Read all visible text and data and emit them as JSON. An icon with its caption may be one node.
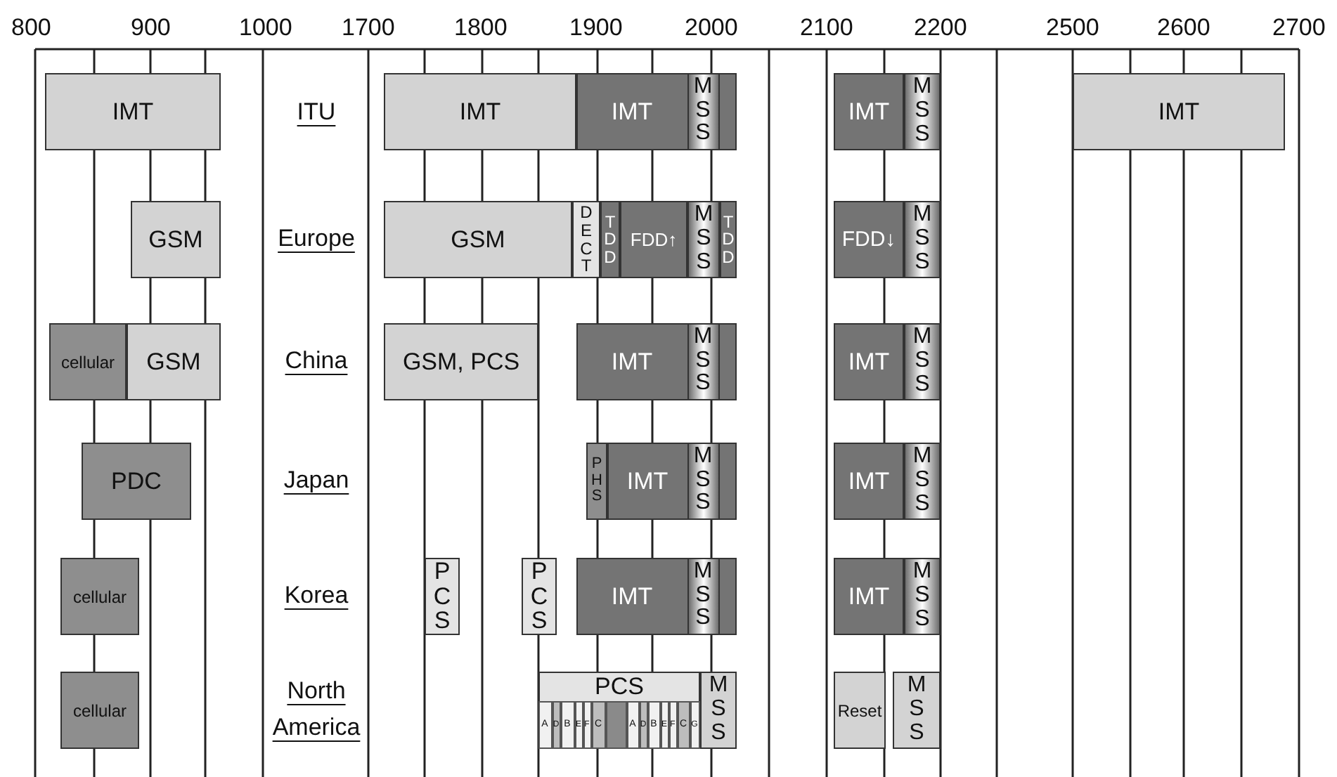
{
  "diagram": {
    "nodes": [
      {
        "text": [
          "IMT"
        ]
      },
      {
        "text": [
          "IMT"
        ]
      },
      {
        "text": [
          "IMT"
        ]
      },
      {
        "text": [
          "MSS"
        ],
        "in": 2
      },
      {
        "text": [
          "IMT"
        ]
      },
      {
        "text": [
          "MSS"
        ]
      },
      {
        "text": [
          "IMT"
        ]
      },
      {
        "text": [
          "GSM"
        ]
      },
      {
        "text": [
          "GSM"
        ]
      },
      {
        "text": [
          "DECT"
        ]
      },
      {
        "text": [
          "TDD"
        ]
      },
      {
        "text": [
          "FDD↑"
        ]
      },
      {
        "text": [
          "MSS"
        ]
      },
      {
        "text": [
          "TDD"
        ]
      },
      {
        "text": [
          "FDD↓"
        ]
      },
      {
        "text": [
          "MSS"
        ]
      },
      {
        "text": [
          "cellular"
        ]
      },
      {
        "text": [
          "GSM"
        ]
      },
      {
        "text": [
          "GSM, PCS"
        ]
      },
      {
        "text": [
          "IMT"
        ]
      },
      {
        "text": [
          "MSS"
        ],
        "in": 19
      },
      {
        "text": [
          "IMT"
        ]
      },
      {
        "text": [
          "MSS"
        ]
      },
      {
        "text": [
          "PDC"
        ]
      },
      {
        "text": [
          "PHS"
        ]
      },
      {
        "text": [
          "IMT"
        ]
      },
      {
        "text": [
          "MSS"
        ],
        "in": 25
      },
      {
        "text": [
          "IMT"
        ]
      },
      {
        "text": [
          "MSS"
        ]
      },
      {
        "text": [
          "cellular"
        ]
      },
      {
        "text": [
          "PCS"
        ]
      },
      {
        "text": [
          "PCS"
        ]
      },
      {
        "text": [
          "IMT"
        ]
      },
      {
        "text": [
          "MSS"
        ],
        "in": 32
      },
      {
        "text": [
          "IMT"
        ]
      },
      {
        "text": [
          "MSS"
        ]
      },
      {
        "text": [
          "cellular"
        ]
      },
      {
        "text": [
          "PCS"
        ]
      },
      {
        "text": [
          "A"
        ],
        "in": 37
      },
      {
        "text": [
          "D"
        ],
        "in": 37
      },
      {
        "text": [
          "B"
        ],
        "in": 37
      },
      {
        "text": [
          "E"
        ],
        "in": 37
      },
      {
        "text": [
          "F"
        ],
        "in": 37
      },
      {
        "text": [
          "C"
        ],
        "in": 37
      },
      {
        "text": [],
        "shape": "box",
        "in": 37
      },
      {
        "text": [
          "A"
        ],
        "in": 37
      },
      {
        "text": [
          "D"
        ],
        "in": 37
      },
      {
        "text": [
          "B"
        ],
        "in": 37
      },
      {
        "text": [
          "E"
        ],
        "in": 37
      },
      {
        "text": [
          "F"
        ],
        "in": 37
      },
      {
        "text": [
          "C"
        ],
        "in": 37
      },
      {
        "text": [
          "G"
        ],
        "in": 37
      },
      {
        "text": [
          "MSS"
        ]
      },
      {
        "text": [
          "Reset"
        ]
      },
      {
        "text": [
          "MSS"
        ]
      }
    ],
    "labels": [
      "800",
      "900",
      "1000",
      "1700",
      "1800",
      "1900",
      "2000",
      "2100",
      "2200",
      "2500",
      "2600",
      "2700",
      "ITU",
      "Europe",
      "China",
      "Japan",
      "Korea",
      "North America"
    ]
  }
}
